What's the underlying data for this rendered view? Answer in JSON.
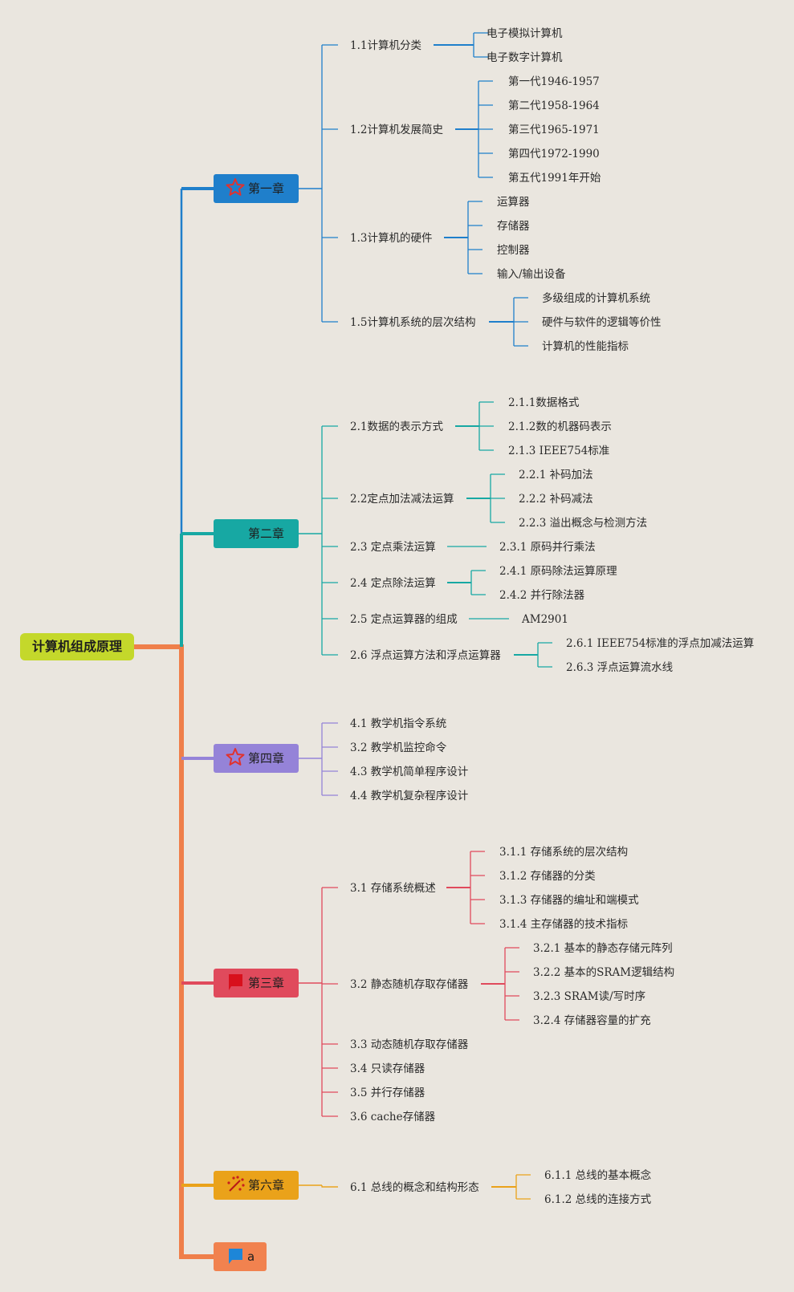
{
  "root": {
    "label": "计算机组成原理"
  },
  "colors": {
    "background": "#eae6df",
    "root_bg": "#c4d82b",
    "root_line": "#ef7f4a"
  },
  "chapters": [
    {
      "id": "ch1",
      "label": "第一章",
      "icon": "star-outline-icon",
      "color": "#1f7fcb",
      "topics": [
        {
          "label": "1.1计算机分类",
          "children": [
            "电子模拟计算机",
            "电子数字计算机"
          ]
        },
        {
          "label": "1.2计算机发展简史",
          "children": [
            "第一代1946-1957",
            "第二代1958-1964",
            "第三代1965-1971",
            "第四代1972-1990",
            "第五代1991年开始"
          ]
        },
        {
          "label": "1.3计算机的硬件",
          "children": [
            "运算器",
            "存储器",
            "控制器",
            "输入/输出设备"
          ]
        },
        {
          "label": "1.5计算机系统的层次结构",
          "children": [
            "多级组成的计算机系统",
            "硬件与软件的逻辑等价性",
            "计算机的性能指标"
          ]
        }
      ]
    },
    {
      "id": "ch2",
      "label": "第二章",
      "icon": "",
      "color": "#17a8a3",
      "topics": [
        {
          "label": "2.1数据的表示方式",
          "children": [
            "2.1.1数据格式",
            "2.1.2数的机器码表示",
            "2.1.3 IEEE754标准"
          ]
        },
        {
          "label": "2.2定点加法减法运算",
          "children": [
            "2.2.1 补码加法",
            "2.2.2 补码减法",
            "2.2.3 溢出概念与检测方法"
          ]
        },
        {
          "label": "2.3 定点乘法运算",
          "children": [
            "2.3.1 原码并行乘法"
          ]
        },
        {
          "label": "2.4 定点除法运算",
          "children": [
            "2.4.1 原码除法运算原理",
            "2.4.2 并行除法器"
          ]
        },
        {
          "label": "2.5 定点运算器的组成",
          "children": [
            "AM2901"
          ]
        },
        {
          "label": "2.6 浮点运算方法和浮点运算器",
          "children": [
            "2.6.1 IEEE754标准的浮点加减法运算",
            "2.6.3 浮点运算流水线"
          ]
        }
      ]
    },
    {
      "id": "ch4",
      "label": "第四章",
      "icon": "star-outline-icon",
      "color": "#9583d8",
      "topics": [
        {
          "label": "4.1 教学机指令系统",
          "children": []
        },
        {
          "label": "3.2 教学机监控命令",
          "children": []
        },
        {
          "label": "4.3 教学机简单程序设计",
          "children": []
        },
        {
          "label": "4.4 教学机复杂程序设计",
          "children": []
        }
      ]
    },
    {
      "id": "ch3",
      "label": "第三章",
      "icon": "flag-icon",
      "color": "#e04a5c",
      "topics": [
        {
          "label": "3.1 存储系统概述",
          "children": [
            "3.1.1 存储系统的层次结构",
            "3.1.2 存储器的分类",
            "3.1.3 存储器的编址和端模式",
            "3.1.4 主存储器的技术指标"
          ]
        },
        {
          "label": "3.2 静态随机存取存储器",
          "children": [
            "3.2.1 基本的静态存储元阵列",
            "3.2.2 基本的SRAM逻辑结构",
            "3.2.3 SRAM读/写时序",
            "3.2.4 存储器容量的扩充"
          ]
        },
        {
          "label": "3.3 动态随机存取存储器",
          "children": []
        },
        {
          "label": "3.4 只读存储器",
          "children": []
        },
        {
          "label": "3.5 并行存储器",
          "children": []
        },
        {
          "label": "3.6 cache存储器",
          "children": []
        }
      ]
    },
    {
      "id": "ch6",
      "label": "第六章",
      "icon": "sparkle-icon",
      "color": "#eaa21a",
      "topics": [
        {
          "label": "6.1 总线的概念和结构形态",
          "children": [
            "6.1.1 总线的基本概念",
            "6.1.2 总线的连接方式"
          ]
        }
      ]
    },
    {
      "id": "cha",
      "label": "a",
      "icon": "blue-flag-icon",
      "color": "#f1824f",
      "topics": []
    }
  ]
}
